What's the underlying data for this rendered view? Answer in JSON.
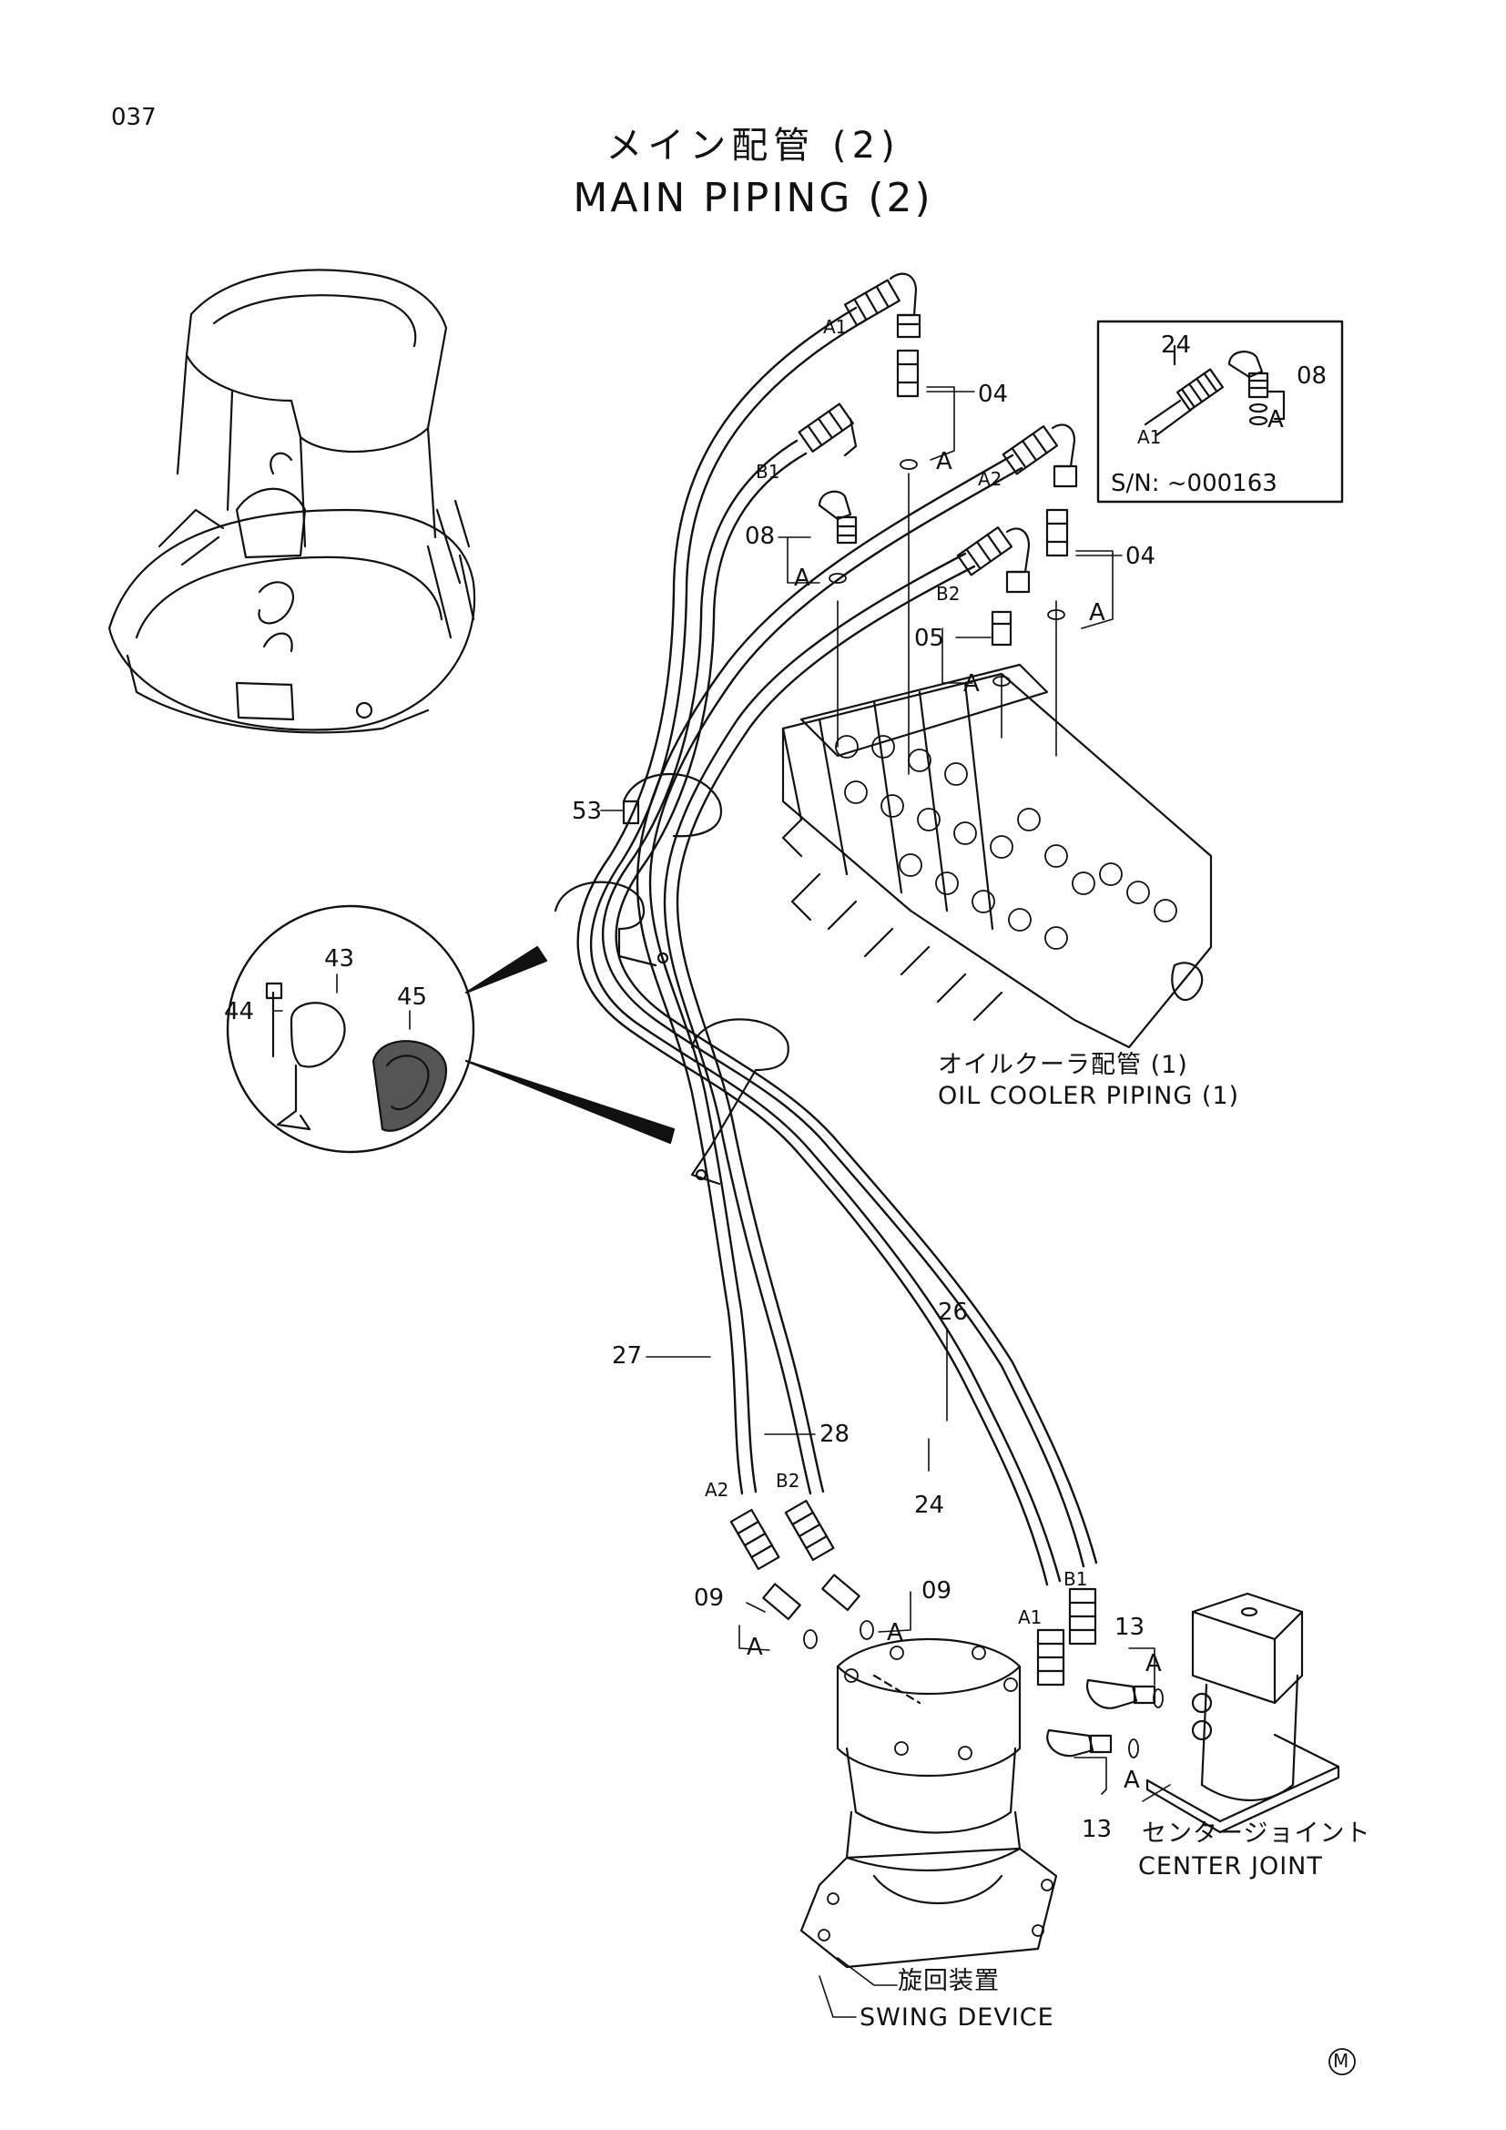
{
  "page": {
    "number": "037"
  },
  "title": {
    "ja": "メイン配管 (2)",
    "en": "MAIN PIPING (2)"
  },
  "inset": {
    "serial": "S/N: ~000163",
    "parts": [
      "24",
      "08"
    ],
    "ports": [
      "A1"
    ],
    "symbol": "A"
  },
  "callouts": {
    "p04a": "04",
    "p04b": "04",
    "p05": "05",
    "p08": "08",
    "p09a": "09",
    "p09b": "09",
    "p13a": "13",
    "p13b": "13",
    "p24": "24",
    "p26": "26",
    "p27": "27",
    "p28": "28",
    "p43": "43",
    "p44": "44",
    "p45": "45",
    "p53": "53"
  },
  "ports": {
    "a1_top": "A1",
    "b1_top": "B1",
    "a2_top": "A2",
    "b2_top": "B2",
    "a2_bottom": "A2",
    "b2_bottom": "B2",
    "a1_bottom": "A1",
    "b1_bottom": "B1"
  },
  "oring_marks": {
    "symbol": "A"
  },
  "captions": {
    "oil_cooler_ja": "オイルクーラ配管 (1)",
    "oil_cooler_en": "OIL COOLER PIPING (1)",
    "center_joint_ja": "センタージョイント",
    "center_joint_en": "CENTER JOINT",
    "swing_device_ja": "旋回装置",
    "swing_device_en": "SWING DEVICE"
  },
  "footer": {
    "mark": "M"
  }
}
